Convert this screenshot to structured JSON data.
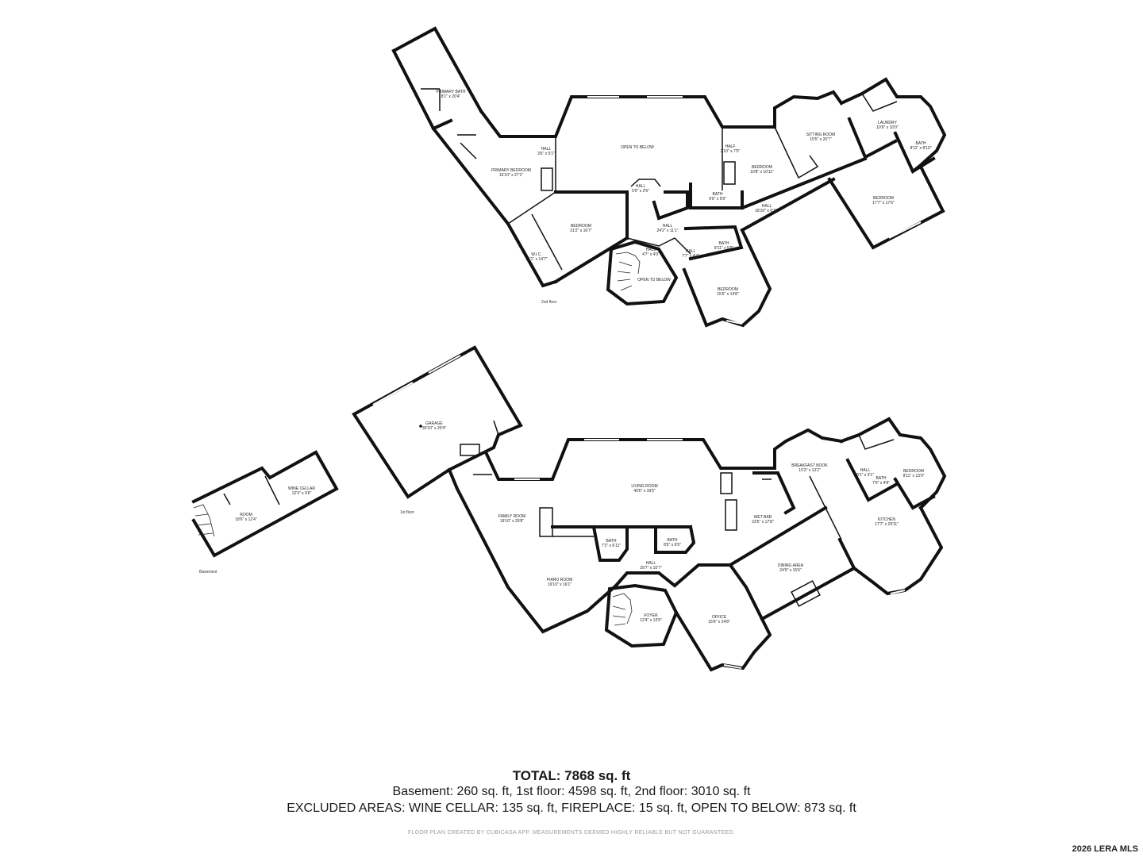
{
  "floors": {
    "second": {
      "label": "2nd floor",
      "rooms": [
        {
          "id": "primary-bath",
          "name": "PRIMARY BATH",
          "dims": "8'1\" x 20'4\""
        },
        {
          "id": "primary-bedroom",
          "name": "PRIMARY BEDROOM",
          "dims": "16'10\" x 27'1\""
        },
        {
          "id": "hall-a",
          "name": "HALL",
          "dims": "3'6\" x 5'1\""
        },
        {
          "id": "open-below-main",
          "name": "OPEN TO BELOW",
          "dims": ""
        },
        {
          "id": "half",
          "name": "HALF",
          "dims": "2'10\" x 7'5\""
        },
        {
          "id": "bedroom-center",
          "name": "BEDROOM",
          "dims": "10'8\" x 10'11\""
        },
        {
          "id": "sitting-room",
          "name": "SITTING ROOM",
          "dims": "15'5\" x 20'7\""
        },
        {
          "id": "laundry",
          "name": "LAUNDRY",
          "dims": "10'8\" x 10'0\""
        },
        {
          "id": "bath-laundry",
          "name": "BATH",
          "dims": "8'11\" x 8'10\""
        },
        {
          "id": "bedroom-east",
          "name": "BEDROOM",
          "dims": "17'7\" x 17'6\""
        },
        {
          "id": "hall-top",
          "name": "HALL",
          "dims": "5'6\" x 2'6\""
        },
        {
          "id": "bath-center",
          "name": "BATH",
          "dims": "9'9\" x 5'6\""
        },
        {
          "id": "hall-long",
          "name": "HALL",
          "dims": "18'10\" x 6'11\""
        },
        {
          "id": "bedroom-west",
          "name": "BEDROOM",
          "dims": "21'2\" x 16'7\""
        },
        {
          "id": "hall-center",
          "name": "HALL",
          "dims": "24'2\" x 11'1\""
        },
        {
          "id": "wic",
          "name": "W.I.C.",
          "dims": "11'1\" x 14'7\""
        },
        {
          "id": "hall-small",
          "name": "HALL",
          "dims": "4'7\" x 4'0\""
        },
        {
          "id": "hall-side",
          "name": "HALL",
          "dims": "7'7\" x 4'4\""
        },
        {
          "id": "bath-south",
          "name": "BATH",
          "dims": "8'11\" x 5'5\""
        },
        {
          "id": "open-below-foyer",
          "name": "OPEN TO BELOW",
          "dims": ""
        },
        {
          "id": "bedroom-south",
          "name": "BEDROOM",
          "dims": "15'6\" x 14'8\""
        }
      ]
    },
    "first": {
      "label": "1st floor",
      "rooms": [
        {
          "id": "garage",
          "name": "GARAGE",
          "dims": "30'10\" x 20'4\""
        },
        {
          "id": "living-room",
          "name": "LIVING ROOM",
          "dims": "40'6\" x 19'5\""
        },
        {
          "id": "breakfast-nook",
          "name": "BREAKFAST NOOK",
          "dims": "15'3\" x 13'2\""
        },
        {
          "id": "hall-kitchen",
          "name": "HALL",
          "dims": "9'1\" x 3'1\""
        },
        {
          "id": "bath-kitchen",
          "name": "BATH",
          "dims": "7'0\" x 4'8\""
        },
        {
          "id": "bedroom-first",
          "name": "BEDROOM",
          "dims": "9'11\" x 13'0\""
        },
        {
          "id": "wet-bar",
          "name": "WET BAR",
          "dims": "23'5\" x 17'8\""
        },
        {
          "id": "kitchen",
          "name": "KITCHEN",
          "dims": "17'7\" x 29'11\""
        },
        {
          "id": "family-room",
          "name": "FAMILY ROOM",
          "dims": "19'10\" x 20'8\""
        },
        {
          "id": "bath-a",
          "name": "BATH",
          "dims": "7'2\" x 6'11\""
        },
        {
          "id": "bath-b",
          "name": "BATH",
          "dims": "8'5\" x 6'5\""
        },
        {
          "id": "hall-first",
          "name": "HALL",
          "dims": "29'7\" x 10'7\""
        },
        {
          "id": "dining-area",
          "name": "DINING AREA",
          "dims": "24'9\" x 15'6\""
        },
        {
          "id": "piano-room",
          "name": "PIANO ROOM",
          "dims": "19'10\" x 16'1\""
        },
        {
          "id": "foyer",
          "name": "FOYER",
          "dims": "12'4\" x 13'9\""
        },
        {
          "id": "office",
          "name": "OFFICE",
          "dims": "15'6\" x 24'8\""
        }
      ]
    },
    "basement": {
      "label": "Basement",
      "rooms": [
        {
          "id": "room",
          "name": "ROOM",
          "dims": "18'6\" x 12'4\""
        },
        {
          "id": "wine-cellar",
          "name": "WINE CELLAR",
          "dims": "12'3\" x 9'6\""
        }
      ]
    }
  },
  "summary": {
    "total": "TOTAL: 7868 sq. ft",
    "floors_line": "Basement: 260 sq. ft, 1st floor: 4598 sq. ft, 2nd floor: 3010 sq. ft",
    "excluded_line": "EXCLUDED AREAS: WINE CELLAR: 135 sq. ft, FIREPLACE: 15 sq. ft, OPEN TO BELOW: 873 sq. ft",
    "credit": "FLOOR PLAN CREATED BY CUBICASA APP. MEASUREMENTS DEEMED HIGHLY RELIABLE BUT NOT GUARANTEED."
  },
  "watermark": "2026 LERA MLS"
}
